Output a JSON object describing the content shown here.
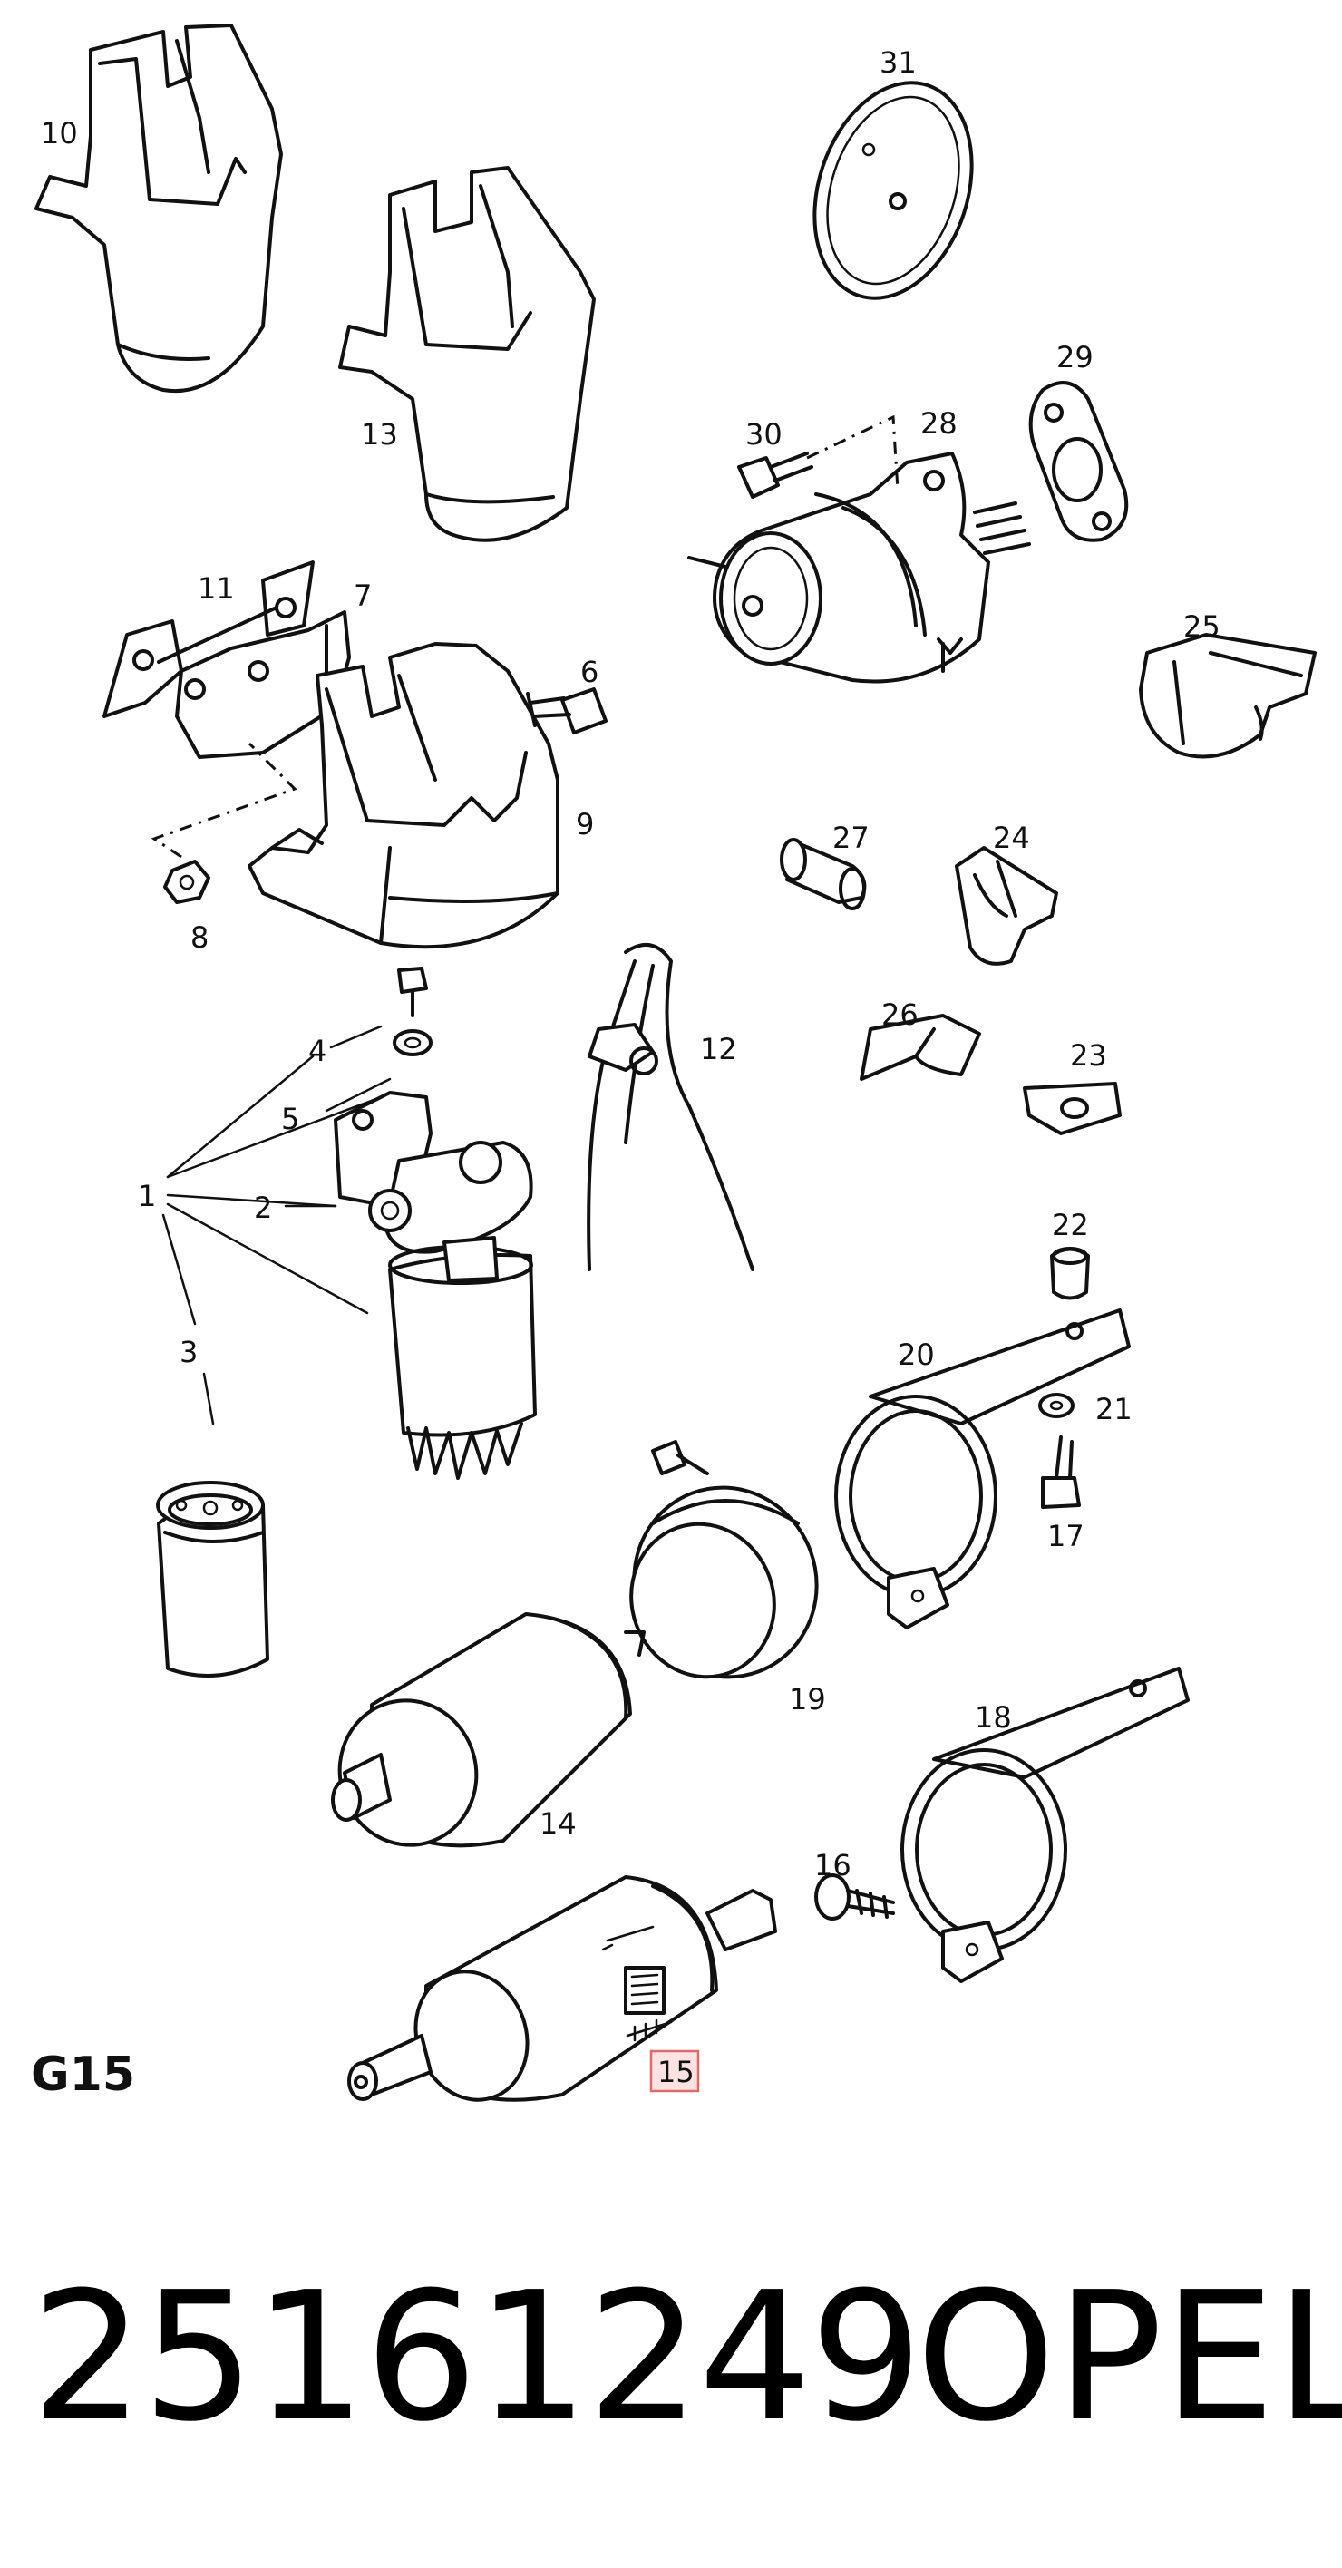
{
  "diagram": {
    "callouts": [
      {
        "id": "c1",
        "text": "1"
      },
      {
        "id": "c2",
        "text": "2"
      },
      {
        "id": "c3",
        "text": "3"
      },
      {
        "id": "c4",
        "text": "4"
      },
      {
        "id": "c5",
        "text": "5"
      },
      {
        "id": "c6",
        "text": "6"
      },
      {
        "id": "c7",
        "text": "7"
      },
      {
        "id": "c8",
        "text": "8"
      },
      {
        "id": "c9",
        "text": "9"
      },
      {
        "id": "c10",
        "text": "10"
      },
      {
        "id": "c11",
        "text": "11"
      },
      {
        "id": "c12",
        "text": "12"
      },
      {
        "id": "c13",
        "text": "13"
      },
      {
        "id": "c14",
        "text": "14"
      },
      {
        "id": "c15",
        "text": "15"
      },
      {
        "id": "c16",
        "text": "16"
      },
      {
        "id": "c17",
        "text": "17"
      },
      {
        "id": "c18",
        "text": "18"
      },
      {
        "id": "c19",
        "text": "19"
      },
      {
        "id": "c20",
        "text": "20"
      },
      {
        "id": "c21",
        "text": "21"
      },
      {
        "id": "c22",
        "text": "22"
      },
      {
        "id": "c23",
        "text": "23"
      },
      {
        "id": "c24",
        "text": "24"
      },
      {
        "id": "c25",
        "text": "25"
      },
      {
        "id": "c26",
        "text": "26"
      },
      {
        "id": "c27",
        "text": "27"
      },
      {
        "id": "c28",
        "text": "28"
      },
      {
        "id": "c29",
        "text": "29"
      },
      {
        "id": "c30",
        "text": "30"
      },
      {
        "id": "c31",
        "text": "31"
      }
    ],
    "highlighted_callout": "15",
    "group_code": "G15"
  },
  "footer": {
    "part_number": "25161249",
    "brand": "OPEL"
  },
  "colors": {
    "ink": "#111111",
    "highlight_fill": "#fde2e2",
    "highlight_stroke": "#e06a6a"
  }
}
